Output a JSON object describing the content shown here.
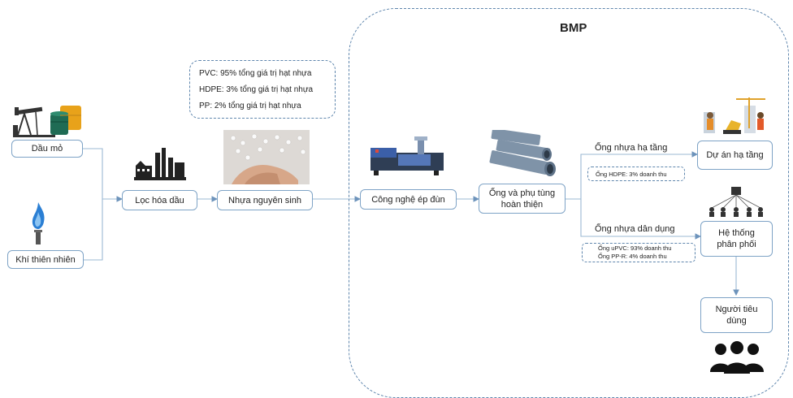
{
  "group": {
    "title": "BMP"
  },
  "info_box": {
    "lines": [
      "PVC: 95% tổng giá trị hạt nhựa",
      "HDPE: 3% tổng giá trị hạt nhựa",
      "PP: 2% tổng giá trị hạt nhựa"
    ]
  },
  "nodes": {
    "dau_mo": "Dầu mỏ",
    "khi_thien_nhien": "Khí thiên nhiên",
    "loc_hoa_dau": "Lọc hóa dầu",
    "nhua_nguyen_sinh": "Nhựa nguyên sinh",
    "cong_nghe_ep_dun": "Công nghệ ép đùn",
    "ong_phu_tung_1": "Ống và phụ tùng",
    "ong_phu_tung_2": "hoàn thiện",
    "du_an_ha_tang": "Dự án hạ tầng",
    "he_thong_1": "Hệ thống",
    "he_thong_2": "phân phối",
    "nguoi_tieu_dung_1": "Người tiêu",
    "nguoi_tieu_dung_2": "dùng"
  },
  "branches": {
    "ha_tang_label": "Ống nhựa hạ tầng",
    "ha_tang_note": "Ống HDPE: 3% doanh thu",
    "dan_dung_label": "Ống nhựa dân dụng",
    "dan_dung_note_1": "Ống uPVC: 93% doanh thu",
    "dan_dung_note_2": "Ống PP-R: 4% doanh thu"
  },
  "colors": {
    "line": "#7ea3c6",
    "dash": "#5f86ad",
    "arrow": "#6d93bb"
  },
  "icons": [
    "oil-pump-barrel-icon",
    "gas-flame-icon",
    "refinery-icon",
    "resin-pellets-image",
    "extrusion-machine-image",
    "pvc-pipes-image",
    "construction-icon",
    "distribution-network-icon",
    "consumers-icon"
  ]
}
